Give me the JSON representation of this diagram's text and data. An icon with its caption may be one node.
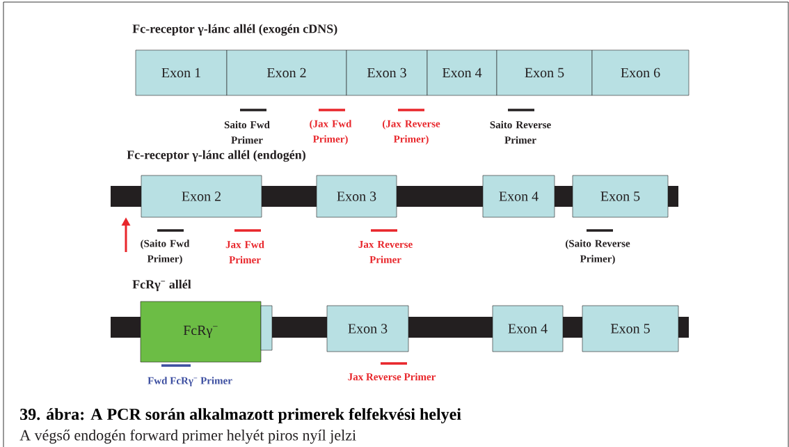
{
  "diagram": {
    "caption": "39. ábra: A PCR során alkalmazott primerek felfekvési helyei",
    "nodes": [
      {
        "text": [
          "Exon 1"
        ]
      },
      {
        "text": [
          "Exon 2"
        ]
      },
      {
        "text": [
          "Exon 3"
        ]
      },
      {
        "text": [
          "Exon 4"
        ]
      },
      {
        "text": [
          "Exon 5"
        ]
      },
      {
        "text": [
          "Exon 6"
        ]
      },
      {
        "text": [
          "Exon 2"
        ]
      },
      {
        "text": [
          "Exon 3"
        ]
      },
      {
        "text": [
          "Exon 4"
        ]
      },
      {
        "text": [
          "Exon 5"
        ]
      },
      {
        "text": [
          "FcRγ$^{−}$"
        ]
      },
      {
        "text": [],
        "shape": "box"
      },
      {
        "text": [
          "Exon 3"
        ]
      },
      {
        "text": [
          "Exon 4"
        ]
      },
      {
        "text": [
          "Exon 5"
        ]
      },
      {
        "text": [],
        "shape": "bar"
      },
      {
        "text": [],
        "shape": "bar"
      }
    ],
    "labels": [
      "Fc-receptor γ-lánc allél (exogén cDNS)",
      "Saito Fwd Primer",
      "(Jax Fwd Primer)",
      "(Jax Reverse Primer)",
      "Saito Reverse Primer",
      "Fc-receptor γ-lánc allél (endogén)",
      "(Saito Fwd Primer)",
      "Jax Fwd Primer",
      "Jax Reverse Primer",
      "(Saito Reverse Primer)",
      "FcRγ$^{−}$ allél",
      "Fwd FcRγ$^{−}$ Primer",
      "Jax Reverse Primer",
      "A végső endogén forward primer helyét piros nyíl jelzi"
    ]
  }
}
